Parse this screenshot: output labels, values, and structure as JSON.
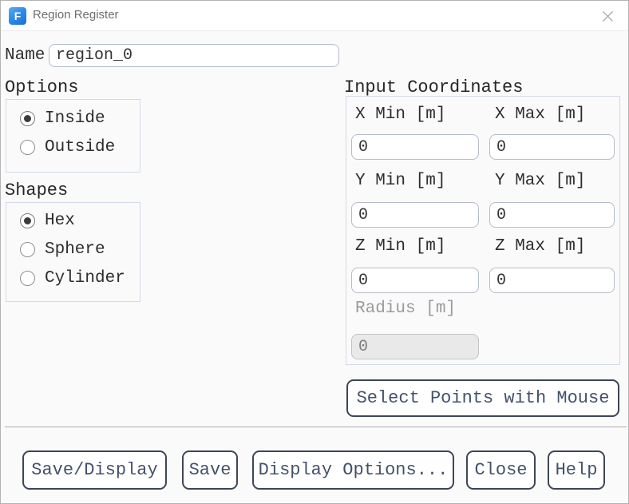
{
  "titlebar": {
    "title": "Region Register",
    "icon_letter": "F"
  },
  "name": {
    "label": "Name",
    "value": "region_0"
  },
  "options": {
    "title": "Options",
    "items": [
      {
        "label": "Inside",
        "selected": true
      },
      {
        "label": "Outside",
        "selected": false
      }
    ]
  },
  "shapes": {
    "title": "Shapes",
    "items": [
      {
        "label": "Hex",
        "selected": true
      },
      {
        "label": "Sphere",
        "selected": false
      },
      {
        "label": "Cylinder",
        "selected": false
      }
    ]
  },
  "coordinates": {
    "title": "Input Coordinates",
    "fields": [
      {
        "label": "X Min [m]",
        "value": "0"
      },
      {
        "label": "X Max [m]",
        "value": "0"
      },
      {
        "label": "Y Min [m]",
        "value": "0"
      },
      {
        "label": "Y Max [m]",
        "value": "0"
      },
      {
        "label": "Z Min [m]",
        "value": "0"
      },
      {
        "label": "Z Max [m]",
        "value": "0"
      }
    ],
    "radius": {
      "label": "Radius [m]",
      "value": "0",
      "disabled": true
    },
    "select_points_label": "Select Points with Mouse"
  },
  "footer": {
    "buttons": [
      "Save/Display",
      "Save",
      "Display Options...",
      "Close",
      "Help"
    ]
  },
  "colors": {
    "icon_blue": "#2f8de9",
    "button_border": "#3d4654",
    "button_text": "#44516b",
    "group_border": "#d3dae6",
    "disabled_bg": "#e9e9e9",
    "separator": "#ababab"
  }
}
